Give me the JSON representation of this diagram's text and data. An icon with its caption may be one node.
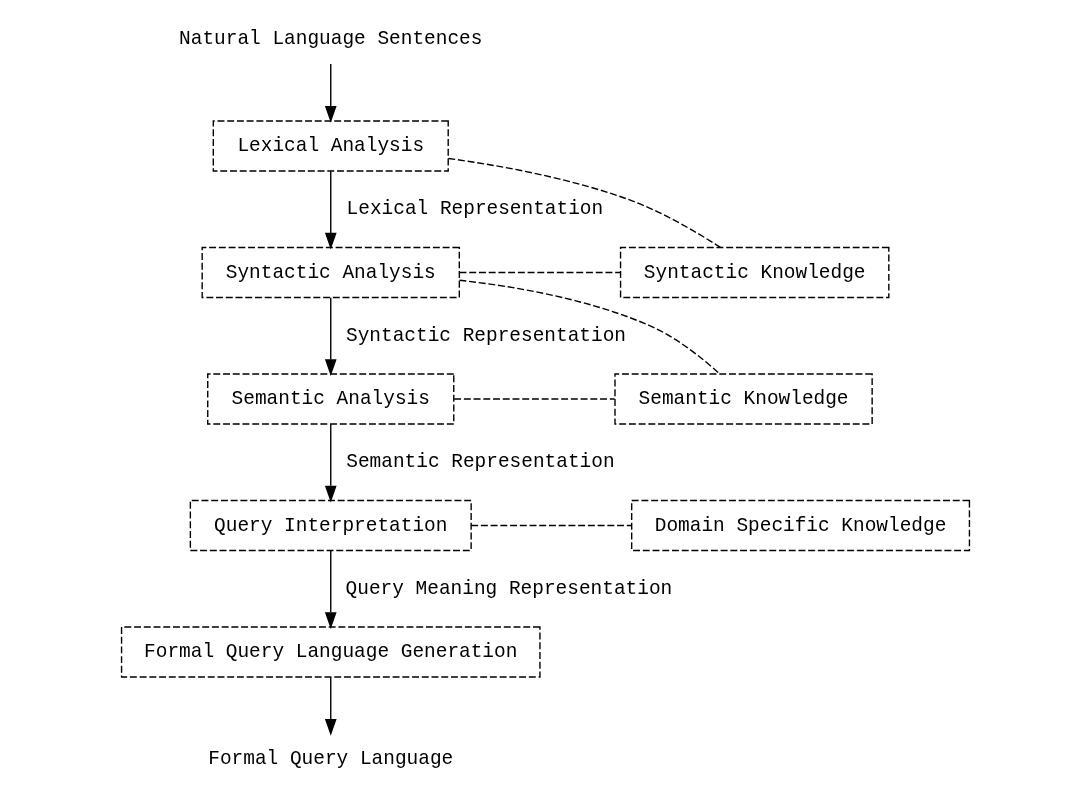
{
  "diagram": {
    "nodes": [
      {
        "text": [
          "Natural Language Sentences"
        ]
      },
      {
        "text": [
          "Lexical Analysis"
        ]
      },
      {
        "text": [
          "Syntactic Analysis"
        ]
      },
      {
        "text": [
          "Syntactic Knowledge"
        ]
      },
      {
        "text": [
          "Semantic Analysis"
        ]
      },
      {
        "text": [
          "Semantic Knowledge"
        ]
      },
      {
        "text": [
          "Query Interpretation"
        ]
      },
      {
        "text": [
          "Domain Specific Knowledge"
        ]
      },
      {
        "text": [
          "Formal Query Language Generation"
        ]
      },
      {
        "text": [
          "Formal Query Language"
        ]
      }
    ],
    "edges": [
      {
        "from": 0,
        "to": 1,
        "arrow": "to"
      },
      {
        "from": 1,
        "to": 2,
        "arrow": "to",
        "label": "Lexical Representation"
      },
      {
        "from": 2,
        "to": 4,
        "arrow": "to",
        "label": "Syntactic Representation"
      },
      {
        "from": 4,
        "to": 6,
        "arrow": "to",
        "label": "Semantic Representation"
      },
      {
        "from": 6,
        "to": 8,
        "arrow": "to",
        "label": "Query Meaning Representation"
      },
      {
        "from": 8,
        "to": 9,
        "arrow": "to"
      },
      {
        "from": 1,
        "to": 3,
        "arrow": "none",
        "style": "dashed"
      },
      {
        "from": 2,
        "to": 3,
        "arrow": "none",
        "style": "dashed"
      },
      {
        "from": 2,
        "to": 5,
        "arrow": "none",
        "style": "dashed"
      },
      {
        "from": 4,
        "to": 5,
        "arrow": "none",
        "style": "dashed"
      },
      {
        "from": 6,
        "to": 7,
        "arrow": "none",
        "style": "dashed"
      }
    ]
  }
}
